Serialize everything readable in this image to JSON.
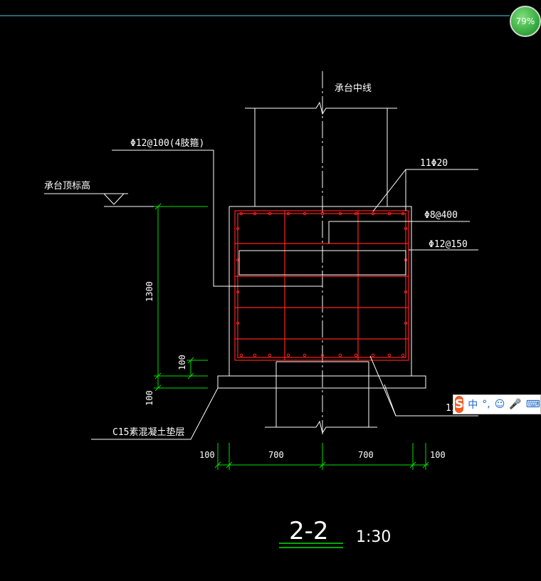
{
  "viewer": {
    "zoom_percent": "79%"
  },
  "drawing": {
    "labels": {
      "centerline": "承台中线",
      "stirrup": "Φ12@100(4肢箍)",
      "top_elev": "承台顶标高",
      "top_bar": "11Φ20",
      "tie_bar": "Φ8@400",
      "side_bar": "Φ12@150",
      "bottom_bar": "11",
      "cushion": "C15素混凝土垫层"
    },
    "dimensions": {
      "height": "1300",
      "cover": "100",
      "cushion_thk": "100",
      "left_edge": "100",
      "left_half": "700",
      "right_half": "700",
      "right_edge": "100"
    },
    "title": {
      "section": "2-2",
      "scale": "1:30"
    },
    "colors": {
      "outline": "#ffffff",
      "rebar": "#ff2020",
      "dimension": "#00e000",
      "divider": "#4dd0e1"
    }
  },
  "ime_toolbar": {
    "logo": "S",
    "chinese_mode": "中",
    "punct": "°,",
    "emoji_icon": "☺",
    "mic_icon": "🎤",
    "keyboard_icon": "⌨"
  }
}
